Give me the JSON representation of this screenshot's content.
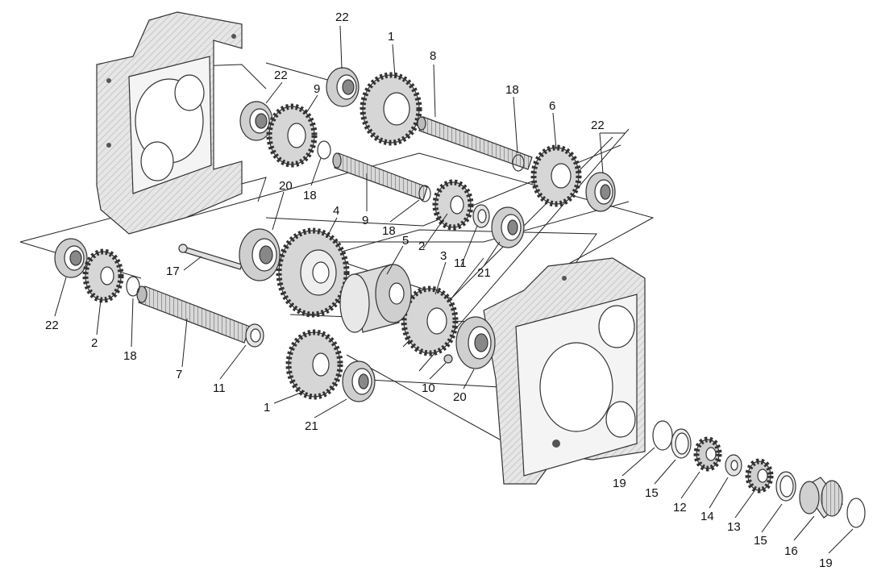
{
  "labels": {
    "l1": "1",
    "l1b": "1",
    "l2": "2",
    "l2b": "2",
    "l3": "3",
    "l4": "4",
    "l5": "5",
    "l6": "6",
    "l7": "7",
    "l8": "8",
    "l9": "9",
    "l9b": "9",
    "l10": "10",
    "l11": "11",
    "l11b": "11",
    "l12": "12",
    "l13": "13",
    "l14": "14",
    "l15": "15",
    "l15b": "15",
    "l16": "16",
    "l17": "17",
    "l18": "18",
    "l18b": "18",
    "l18c": "18",
    "l18d": "18",
    "l19": "19",
    "l19b": "19",
    "l20": "20",
    "l20b": "20",
    "l21": "21",
    "l21b": "21",
    "l22": "22",
    "l22b": "22",
    "l22c": "22",
    "l22d": "22"
  }
}
